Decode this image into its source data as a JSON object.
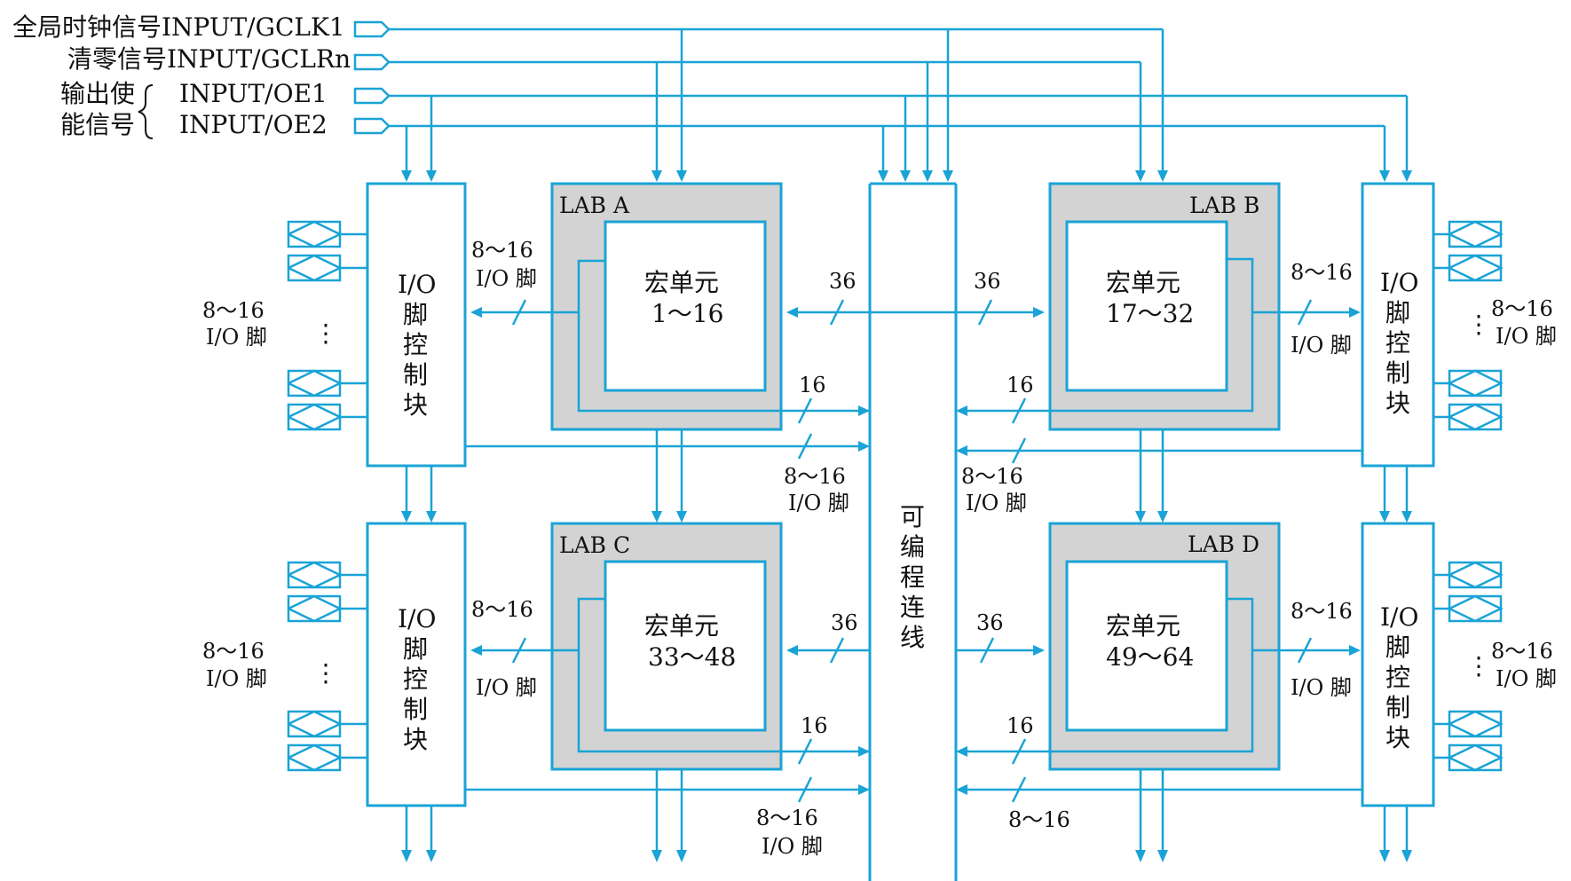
{
  "colors": {
    "line": "#1aa3d6",
    "lab_fill": "#d3d3d3",
    "background": "#ffffff"
  },
  "inputs": {
    "gclk": "全局时钟信号INPUT/GCLK1",
    "gclr": "清零信号INPUT/GCLRn",
    "oe_group_line1": "输出使",
    "oe_group_line2": "能信号",
    "oe1": "INPUT/OE1",
    "oe2": "INPUT/OE2"
  },
  "labs": {
    "a": {
      "name": "LAB A",
      "cell_title": "宏单元",
      "cell_range": "1～16"
    },
    "b": {
      "name": "LAB B",
      "cell_title": "宏单元",
      "cell_range": "17～32"
    },
    "c": {
      "name": "LAB C",
      "cell_title": "宏单元",
      "cell_range": "33～48"
    },
    "d": {
      "name": "LAB D",
      "cell_title": "宏单元",
      "cell_range": "49～64"
    }
  },
  "io_block": {
    "l1": "I/O",
    "l2": "脚",
    "l3": "控",
    "l4": "制",
    "l5": "块"
  },
  "pia": {
    "c1": "可",
    "c2": "编",
    "c3": "程",
    "c4": "连",
    "c5": "线"
  },
  "labels": {
    "range": "8～16",
    "io_pin": "I/O 脚",
    "bus36": "36",
    "bus16": "16",
    "dots": "⋮"
  }
}
